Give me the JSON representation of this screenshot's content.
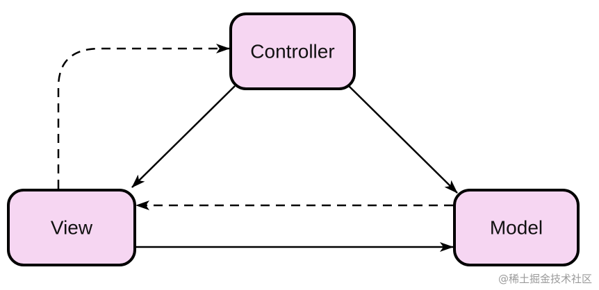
{
  "diagram": {
    "node_fill": "#f6d6f2",
    "node_stroke": "#000000",
    "nodes": {
      "controller": {
        "label": "Controller"
      },
      "view": {
        "label": "View"
      },
      "model": {
        "label": "Model"
      }
    },
    "edges": [
      {
        "from": "Controller",
        "to": "View",
        "style": "solid"
      },
      {
        "from": "Controller",
        "to": "Model",
        "style": "solid"
      },
      {
        "from": "View",
        "to": "Model",
        "style": "solid"
      },
      {
        "from": "Model",
        "to": "View",
        "style": "dashed"
      },
      {
        "from": "View",
        "to": "Controller",
        "style": "dashed"
      }
    ]
  },
  "watermark": "@稀土掘金技术社区"
}
